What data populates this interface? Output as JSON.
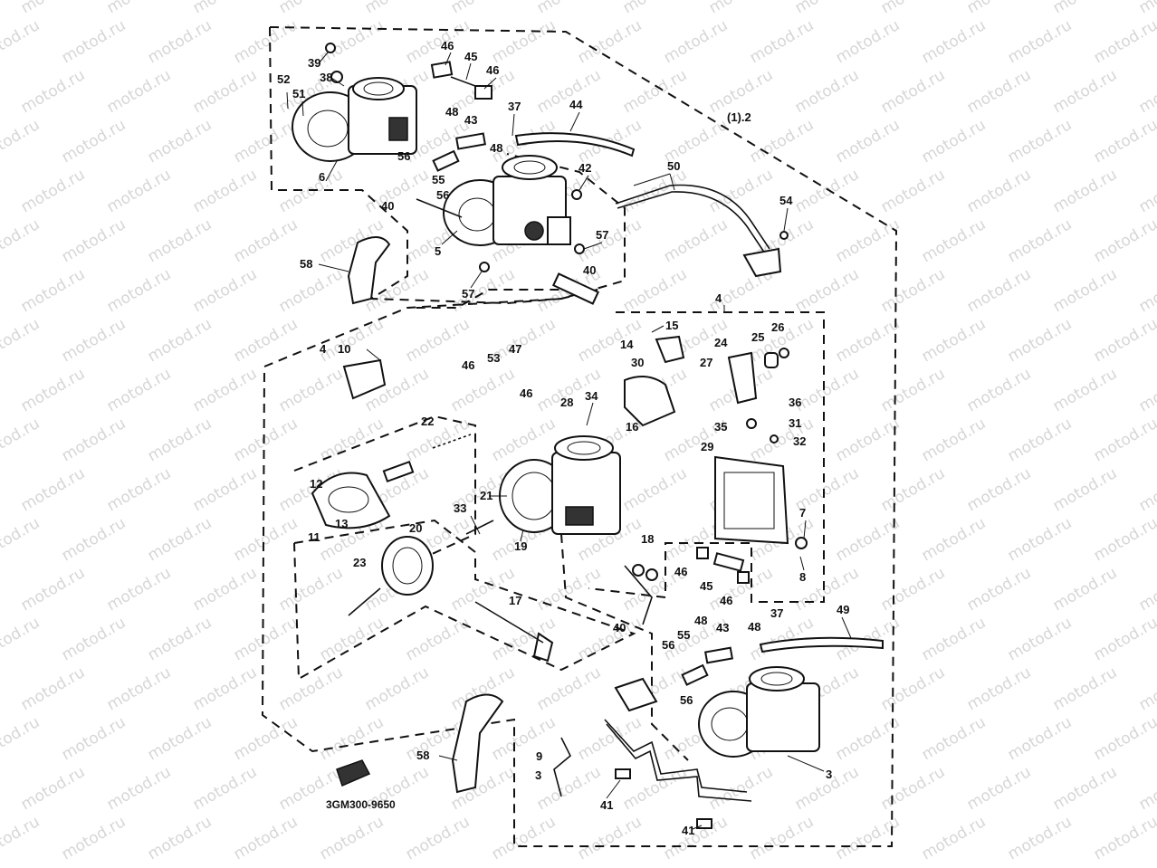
{
  "watermark": "motod.ru",
  "diagram_code": "3GM300-9650",
  "group_label": "(1).2",
  "callouts": {
    "c39": "39",
    "c38": "38",
    "c52": "52",
    "c51": "51",
    "c46a": "46",
    "c45a": "45",
    "c46b": "46",
    "c48a": "48",
    "c43a": "43",
    "c37a": "37",
    "c44": "44",
    "c48b": "48",
    "c6": "6",
    "c56a": "56",
    "c55a": "55",
    "c42": "42",
    "c50": "50",
    "c40a": "40",
    "c56b": "56",
    "c5": "5",
    "c57a": "57",
    "c40b": "40",
    "c54": "54",
    "c58a": "58",
    "c57b": "57",
    "c4": "4",
    "c15": "15",
    "c26": "26",
    "c410": "4",
    "c10": "10",
    "c14": "14",
    "c25": "25",
    "c24": "24",
    "c46c": "46",
    "c53": "53",
    "c47": "47",
    "c30": "30",
    "c27": "27",
    "c46d": "46",
    "c28": "28",
    "c34": "34",
    "c36": "36",
    "c16": "16",
    "c35": "35",
    "c31": "31",
    "c32": "32",
    "c22": "22",
    "c29": "29",
    "c12": "12",
    "c21": "21",
    "c13": "13",
    "c11": "11",
    "c33": "33",
    "c7": "7",
    "c20": "20",
    "c19": "19",
    "c18": "18",
    "c23": "23",
    "c46e": "46",
    "c45b": "45",
    "c8": "8",
    "c46f": "46",
    "c17": "17",
    "c40c": "40",
    "c37b": "37",
    "c49": "49",
    "c48c": "48",
    "c43b": "43",
    "c55b": "55",
    "c48d": "48",
    "c56c": "56",
    "c56d": "56",
    "c58b": "58",
    "c9": "9",
    "c3a": "3",
    "c41a": "41",
    "c3b": "3",
    "c41b": "41"
  }
}
